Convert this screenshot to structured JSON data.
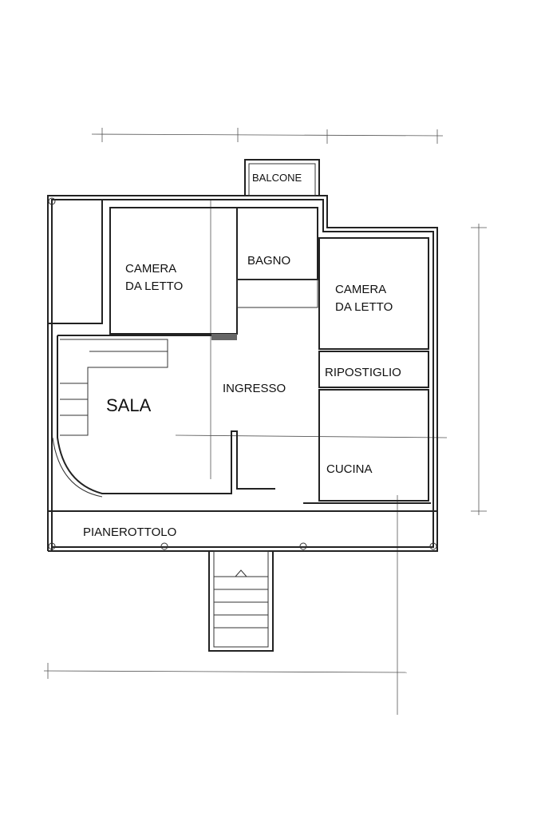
{
  "rooms": {
    "balcone": "BALCONE",
    "camera1_line1": "CAMERA",
    "camera1_line2": "DA LETTO",
    "bagno": "BAGNO",
    "camera2_line1": "CAMERA",
    "camera2_line2": "DA LETTO",
    "ripostiglio": "RIPOSTIGLIO",
    "sala": "SALA",
    "ingresso": "INGRESSO",
    "cucina": "CUCINA",
    "pianerottolo": "PIANEROTTOLO"
  }
}
